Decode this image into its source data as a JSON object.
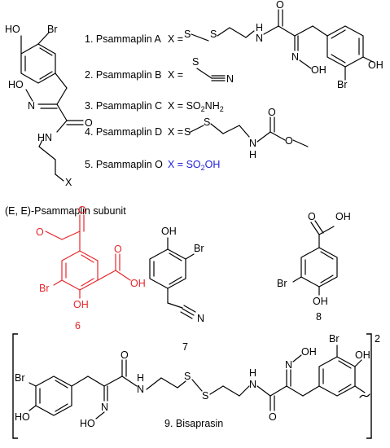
{
  "colors": {
    "ink": "#000000",
    "highlight_red": "#e8262b",
    "highlight_blue": "#1f1fd6"
  },
  "core": {
    "labels": {
      "oh": "HO",
      "br": "Br",
      "ho_n": "HO",
      "n": "N",
      "o": "O",
      "nh": "HN",
      "x": "X"
    },
    "subunit_caption": "(E, E)-Psammaplin subunit"
  },
  "compounds": [
    {
      "name": "1. Psammaplin A",
      "x": "X =",
      "group": "S–S–CH2CH2–NH–C(=O)–C(=NOH)–CH2–(3-Br-4-OH-phenyl)"
    },
    {
      "name": "2. Psammaplin B",
      "x": "X =",
      "group": "S–C≡N"
    },
    {
      "name": "3. Psammaplin C",
      "x": "X = SO",
      "sub": "2",
      "tail": "NH",
      "sub2": "2"
    },
    {
      "name": "4. Psammaplin D",
      "x": "X =",
      "group": "S–S–CH2CH2–NH–C(=O)–OCH3"
    },
    {
      "name": "5. Psammaplin O",
      "x": "X = SO",
      "sub": "2",
      "tail": "OH"
    }
  ],
  "psammaplin_a_labels": {
    "s": "S",
    "nh": "H\nN",
    "o": "O",
    "n": "N",
    "oh_n": "OH",
    "oh": "OH",
    "br": "Br"
  },
  "psammaplin_b_labels": {
    "s": "S",
    "n": "N"
  },
  "psammaplin_d_labels": {
    "s": "S",
    "nh": "N\nH",
    "o": "O"
  },
  "compound_6": {
    "number": "6",
    "labels": {
      "o_top": "O",
      "br": "Br",
      "oh": "OH",
      "o": "O",
      "oh2": "OH"
    }
  },
  "compound_7": {
    "number": "7",
    "labels": {
      "oh": "OH",
      "br": "Br",
      "n": "N"
    }
  },
  "compound_8": {
    "number": "8",
    "labels": {
      "o": "O",
      "oh": "OH",
      "br": "Br",
      "oh2": "OH"
    }
  },
  "compound_9": {
    "number": "9. Bisaprasin",
    "multiplier": "2",
    "labels": {
      "br_l": "Br",
      "ho_l": "HO",
      "o_l": "O",
      "nh_l": "H\nN",
      "hon_l": "HO",
      "n_l": "N",
      "s1": "S",
      "s2": "S",
      "nh_r": "H\nN",
      "o_r": "O",
      "n_r": "N",
      "oh_n_r": "OH",
      "br_r": "Br",
      "oh_r": "OH"
    }
  }
}
